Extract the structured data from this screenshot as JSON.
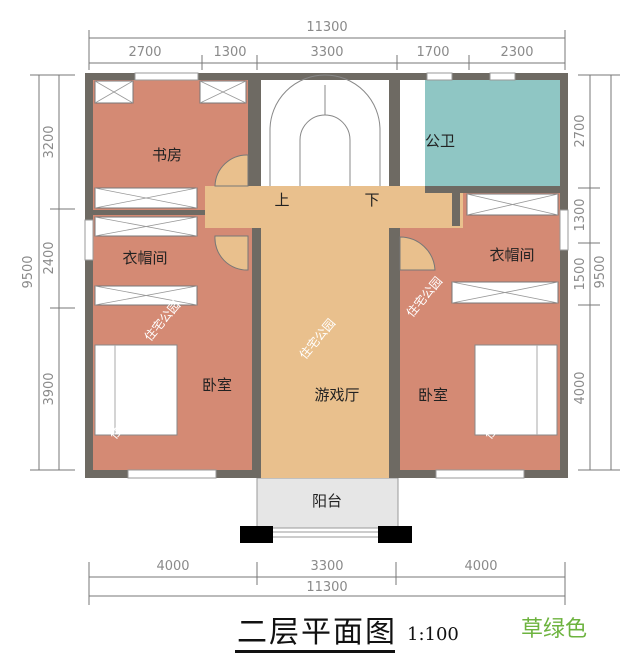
{
  "dimensions": {
    "top_total": "11300",
    "top_segments": [
      "2700",
      "1300",
      "3300",
      "1700",
      "2300"
    ],
    "left_total": "9500",
    "left_segments": [
      "3200",
      "2400",
      "3900"
    ],
    "right_total": "9500",
    "right_segments": [
      "2700",
      "1300",
      "1500",
      "4000"
    ],
    "bottom_segments": [
      "4000",
      "3300",
      "4000"
    ],
    "bottom_total": "11300"
  },
  "rooms": {
    "study": "书房",
    "closet_left": "衣帽间",
    "bedroom_left": "卧室",
    "stair_up": "上",
    "stair_down": "下",
    "bathroom": "公卫",
    "closet_right": "衣帽间",
    "game_hall": "游戏厅",
    "bedroom_right": "卧室",
    "balcony": "阳台"
  },
  "watermark": "住宅公园",
  "title": {
    "text": "二层平面图",
    "scale": "1:100",
    "color_scheme": "草绿色"
  },
  "colors": {
    "bedroom": "#d48a74",
    "hall": "#e9c08d",
    "bathroom": "#8fc6c4",
    "wall": "#6e6a63",
    "balcony": "#e6e6e6",
    "scheme_label": "#6db33f"
  }
}
